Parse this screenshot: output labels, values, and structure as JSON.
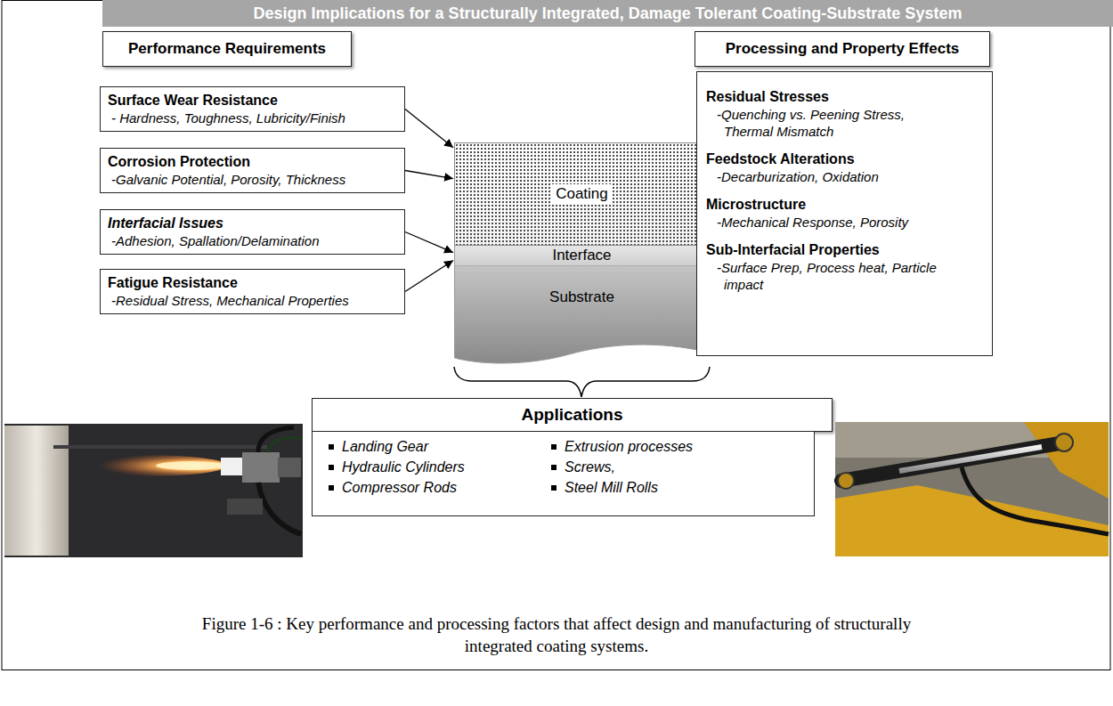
{
  "diagram": {
    "title": "Design Implications for a Structurally Integrated, Damage Tolerant Coating-Substrate System",
    "caption": "Figure 1-6 : Key performance and processing factors that affect design and manufacturing of structurally integrated coating systems.",
    "nodes": [
      {
        "text": [
          "Performance Requirements"
        ]
      },
      {
        "text": [
          "Surface Wear Resistance",
          "- Hardness, Toughness, Lubricity/Finish"
        ]
      },
      {
        "text": [
          "Corrosion Protection",
          "-Galvanic Potential, Porosity, Thickness"
        ]
      },
      {
        "text": [
          "Interfacial Issues",
          "-Adhesion, Spallation/Delamination"
        ]
      },
      {
        "text": [
          "Fatigue Resistance",
          "-Residual Stress, Mechanical Properties"
        ]
      },
      {
        "text": [
          "Coating"
        ]
      },
      {
        "text": [
          "Interface"
        ]
      },
      {
        "text": [
          "Substrate"
        ]
      },
      {
        "text": [
          "Processing and Property Effects"
        ]
      },
      {
        "text": [
          "Residual Stresses",
          "-Quenching vs. Peening Stress, Thermal Mismatch",
          "Feedstock Alterations",
          "-Decarburization, Oxidation",
          "Microstructure",
          "-Mechanical Response, Porosity",
          "Sub-Interfacial Properties",
          "-Surface Prep, Process heat, Particle impact"
        ]
      },
      {
        "text": [
          "Applications"
        ]
      },
      {
        "text": [
          "Landing Gear",
          "Hydraulic Cylinders",
          "Compressor Rods",
          "Extrusion processes",
          "Screws,",
          "Steel Mill Rolls"
        ]
      }
    ],
    "edges": [
      {
        "from": 1,
        "to": 5,
        "arrow": "to"
      },
      {
        "from": 2,
        "to": 5,
        "arrow": "to"
      },
      {
        "from": 3,
        "to": 6,
        "arrow": "to"
      },
      {
        "from": 4,
        "to": 6,
        "arrow": "to"
      }
    ]
  }
}
